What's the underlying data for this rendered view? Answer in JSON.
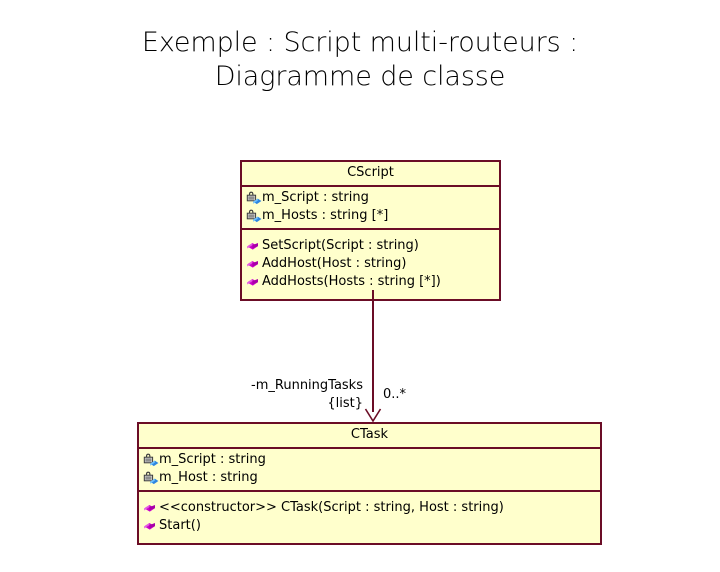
{
  "slide": {
    "title_lines": [
      "Exemple : Script multi-routeurs :",
      "Diagramme de classe"
    ],
    "background_color": "#ffffff"
  },
  "diagram": {
    "type": "uml-class-diagram",
    "class_fill_color": "#ffffcc",
    "class_border_color": "#6b0d26",
    "attribute_icon_color": "#3399ff",
    "operation_icon_color": "#cc00cc",
    "classes": [
      {
        "name": "CScript",
        "attributes": [
          {
            "icon": "private-attribute-icon",
            "text": "m_Script : string"
          },
          {
            "icon": "private-attribute-icon",
            "text": "m_Hosts : string [*]"
          }
        ],
        "operations": [
          {
            "icon": "public-operation-icon",
            "text": "SetScript(Script : string)"
          },
          {
            "icon": "public-operation-icon",
            "text": "AddHost(Host : string)"
          },
          {
            "icon": "public-operation-icon",
            "text": "AddHosts(Hosts : string [*])"
          }
        ]
      },
      {
        "name": "CTask",
        "attributes": [
          {
            "icon": "private-attribute-icon",
            "text": "m_Script : string"
          },
          {
            "icon": "private-attribute-icon",
            "text": "m_Host : string"
          }
        ],
        "operations": [
          {
            "icon": "public-operation-icon",
            "text": "<<constructor>> CTask(Script : string, Host : string)"
          },
          {
            "icon": "public-operation-icon",
            "text": "Start()"
          }
        ]
      }
    ],
    "association": {
      "role_name": "-m_RunningTasks",
      "role_qualifier": "{list}",
      "multiplicity": "0..*",
      "arrow": "open-arrowhead-icon"
    }
  }
}
